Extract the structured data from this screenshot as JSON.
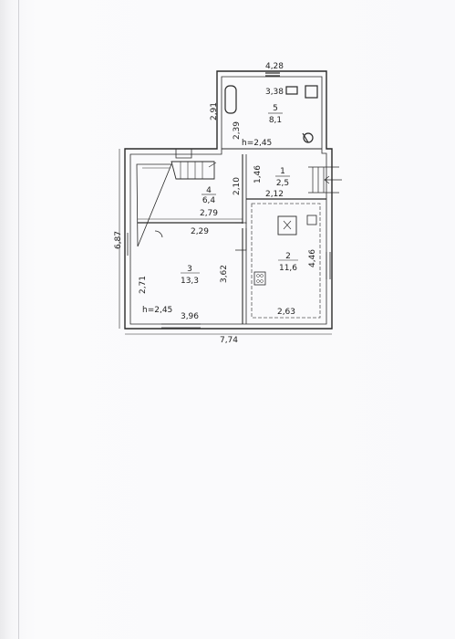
{
  "plan": {
    "rooms": [
      {
        "number": "1",
        "area": "2,5"
      },
      {
        "number": "2",
        "area": "11,6"
      },
      {
        "number": "3",
        "area": "13,3"
      },
      {
        "number": "4",
        "area": "6,4"
      },
      {
        "number": "5",
        "area": "8,1"
      }
    ],
    "dims": {
      "top_width": "4,28",
      "bath_width": "3,38",
      "bath_height_outer": "2,91",
      "bath_height_inner": "2,39",
      "height_upper": "h=2,45",
      "hall_height": "1,46",
      "corridor_height": "2,10",
      "hall_width": "2,12",
      "room4_width": "2,79",
      "room3_top": "2,29",
      "partition": "3,62",
      "kitchen_height": "4,46",
      "kitchen_width": "2,63",
      "room3_height": "2,71",
      "height_lower": "h=2,45",
      "room3_width": "3,96",
      "total_width": "7,74",
      "total_height": "6,87"
    }
  },
  "colors": {
    "line": "#2a2a2a",
    "dashed": "#555555",
    "paper": "#fbfbfc"
  }
}
